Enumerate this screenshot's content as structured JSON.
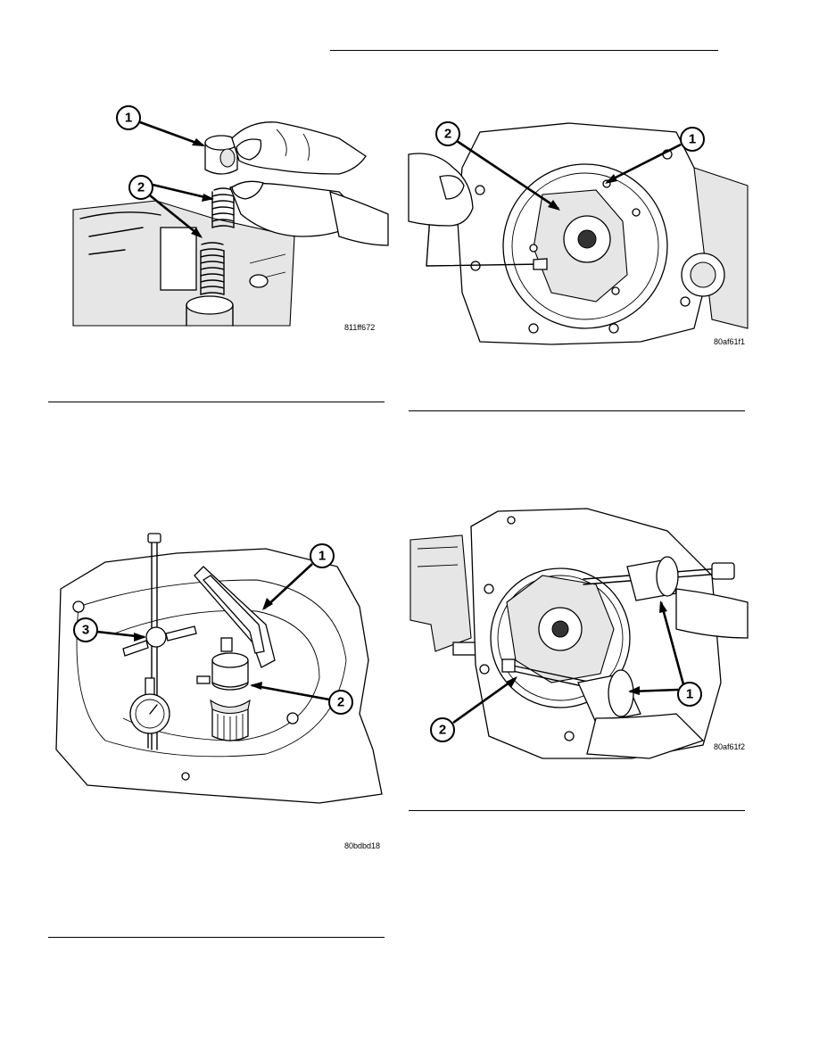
{
  "figures": {
    "fig1": {
      "code": "811ff672",
      "callouts": [
        "1",
        "2"
      ]
    },
    "fig2": {
      "code": "80af61f1",
      "callouts": [
        "2",
        "1"
      ]
    },
    "fig3": {
      "code": "80bdbd18",
      "callouts": [
        "1",
        "3",
        "2"
      ]
    },
    "fig4": {
      "code": "80af61f2",
      "callouts": [
        "1",
        "2"
      ]
    }
  },
  "colors": {
    "ink": "#000000",
    "paper": "#ffffff"
  }
}
